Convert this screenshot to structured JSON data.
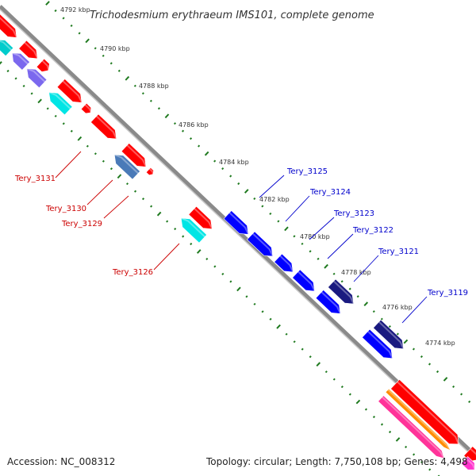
{
  "title": "Trichodesmium erythraeum IMS101, complete genome",
  "accession": "Accession: NC_008312",
  "summary": "Topology: circular; Length: 7,750,108 bp; Genes: 4,498",
  "colors": {
    "backbone": "#8a8a8a",
    "tick": "#1f7a1f",
    "forward_gene_label": "#0000cc",
    "reverse_gene_label": "#cc0000"
  },
  "kbp_ticks": [
    "4792 kbp",
    "4790 kbp",
    "4788 kbp",
    "4786 kbp",
    "4784 kbp",
    "4782 kbp",
    "4780 kbp",
    "4778 kbp",
    "4776 kbp",
    "4774 kbp"
  ],
  "gene_labels": [
    {
      "text": "Tery_3131",
      "strand": "reverse"
    },
    {
      "text": "Tery_3130",
      "strand": "reverse"
    },
    {
      "text": "Tery_3129",
      "strand": "reverse"
    },
    {
      "text": "Tery_3126",
      "strand": "reverse"
    },
    {
      "text": "Tery_3125",
      "strand": "forward"
    },
    {
      "text": "Tery_3124",
      "strand": "forward"
    },
    {
      "text": "Tery_3123",
      "strand": "forward"
    },
    {
      "text": "Tery_3122",
      "strand": "forward"
    },
    {
      "text": "Tery_3121",
      "strand": "forward"
    },
    {
      "text": "Tery_3119",
      "strand": "forward"
    }
  ]
}
